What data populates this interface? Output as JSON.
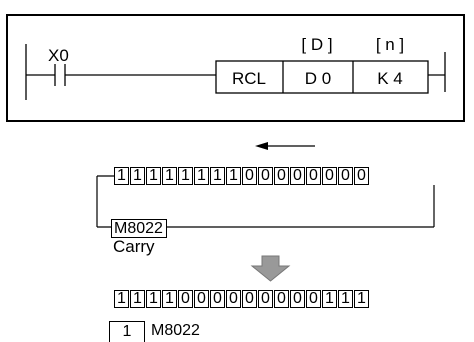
{
  "ladder": {
    "contact": "X0",
    "operand_headers": [
      "[ D ]",
      "[ n ]"
    ],
    "instruction": "RCL",
    "operand_d": "D 0",
    "operand_n": "K 4"
  },
  "before": {
    "bits": [
      "1",
      "1",
      "1",
      "1",
      "1",
      "1",
      "1",
      "1",
      "0",
      "0",
      "0",
      "0",
      "0",
      "0",
      "0",
      "0"
    ],
    "carry_flag": "M8022",
    "carry_label": "Carry"
  },
  "after": {
    "bits": [
      "1",
      "1",
      "1",
      "1",
      "0",
      "0",
      "0",
      "0",
      "0",
      "0",
      "0",
      "0",
      "0",
      "1",
      "1",
      "1"
    ],
    "carry_value": "1",
    "carry_flag": "M8022"
  }
}
